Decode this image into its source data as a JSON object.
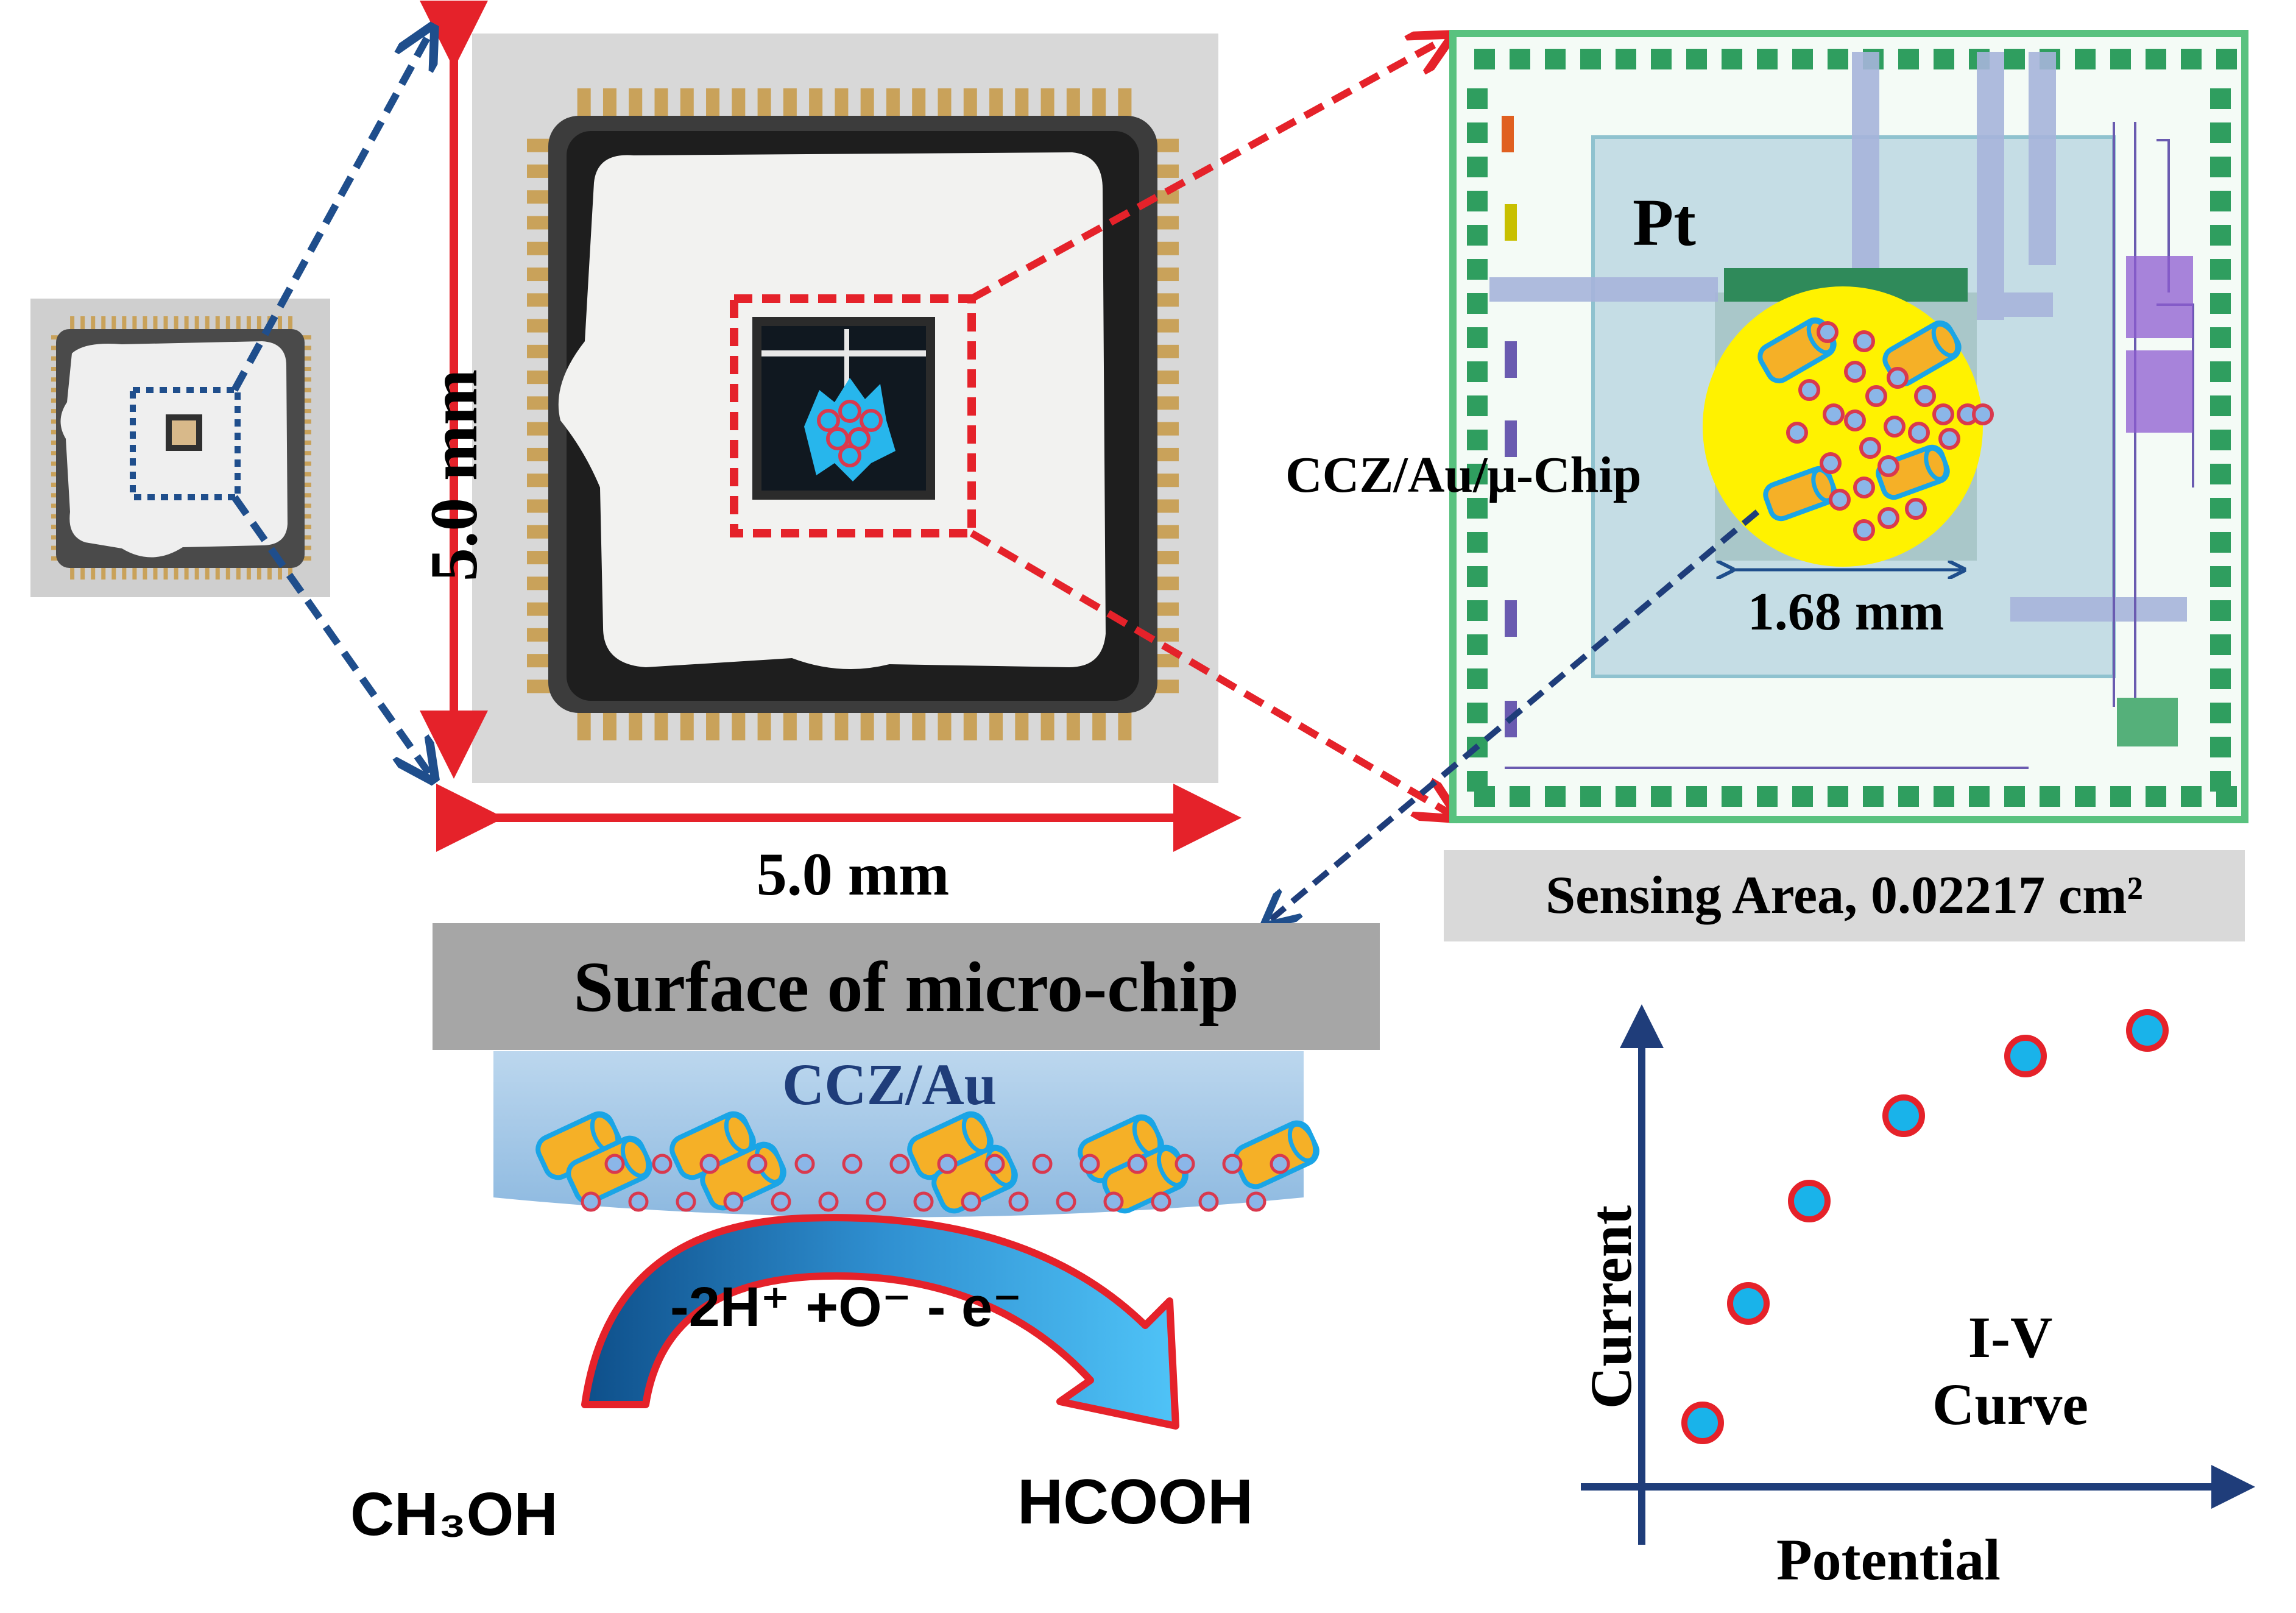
{
  "labels": {
    "dim_vertical": "5.0 mm",
    "dim_horizontal": "5.0 mm",
    "pt": "Pt",
    "ccz_chip": "CCZ/Au/μ-Chip",
    "chip_width": "1.68 mm",
    "sensing_area": "Sensing Area, 0.02217 cm²",
    "surface": "Surface of micro-chip",
    "ccz_au": "CCZ/Au",
    "reaction": "-2H⁺ +O⁻ - e⁻",
    "reactant": "CH₃OH",
    "product": "HCOOH",
    "iv_y": "Current",
    "iv_x": "Potential",
    "iv_title_1": "I-V",
    "iv_title_2": "Curve"
  },
  "colors": {
    "zoom_arrow_blue": "#1f4e8c",
    "zoom_arrow_red": "#e5222a",
    "coating_blue": "#9dc3e6",
    "nanorod_orange": "#f5b027",
    "nanorod_outline": "#1aa5e6",
    "au_dot": "#d9394e",
    "sensing_yellow": "#fff200",
    "iv_axis": "#1f3d7a",
    "iv_point_fill": "#19b3ea",
    "iv_point_edge": "#e5222a",
    "chip_pad_green": "#2f9e5f"
  },
  "chart_data": {
    "type": "scatter",
    "points_x": [
      1,
      2,
      3,
      4,
      5,
      6
    ],
    "points_y": [
      1,
      2.4,
      3.6,
      4.6,
      5.3,
      5.6
    ]
  }
}
